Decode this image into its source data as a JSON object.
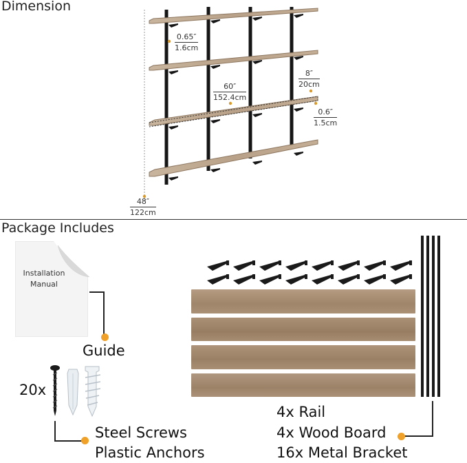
{
  "dimension": {
    "title": "Dimension",
    "labels": {
      "gap_in": "0.65″",
      "gap_cm": "1.6cm",
      "width_in": "60″",
      "width_cm": "152.4cm",
      "depth_in": "8″",
      "depth_cm": "20cm",
      "thick_in": "0.6″",
      "thick_cm": "1.5cm",
      "height_in": "48″",
      "height_cm": "122cm"
    }
  },
  "package": {
    "title": "Package Includes",
    "guide": {
      "manual_text": "Installation Manual",
      "label": "Guide"
    },
    "hardware": {
      "count": "20x",
      "line1": "Steel Screws",
      "line2": "Plastic Anchors"
    },
    "parts": [
      "4x Rail",
      "4x Wood Board",
      "16x Metal Bracket"
    ]
  },
  "colors": {
    "accent": "#f0a12a",
    "wood": "#a48a70",
    "metal": "#1c1c1c"
  }
}
